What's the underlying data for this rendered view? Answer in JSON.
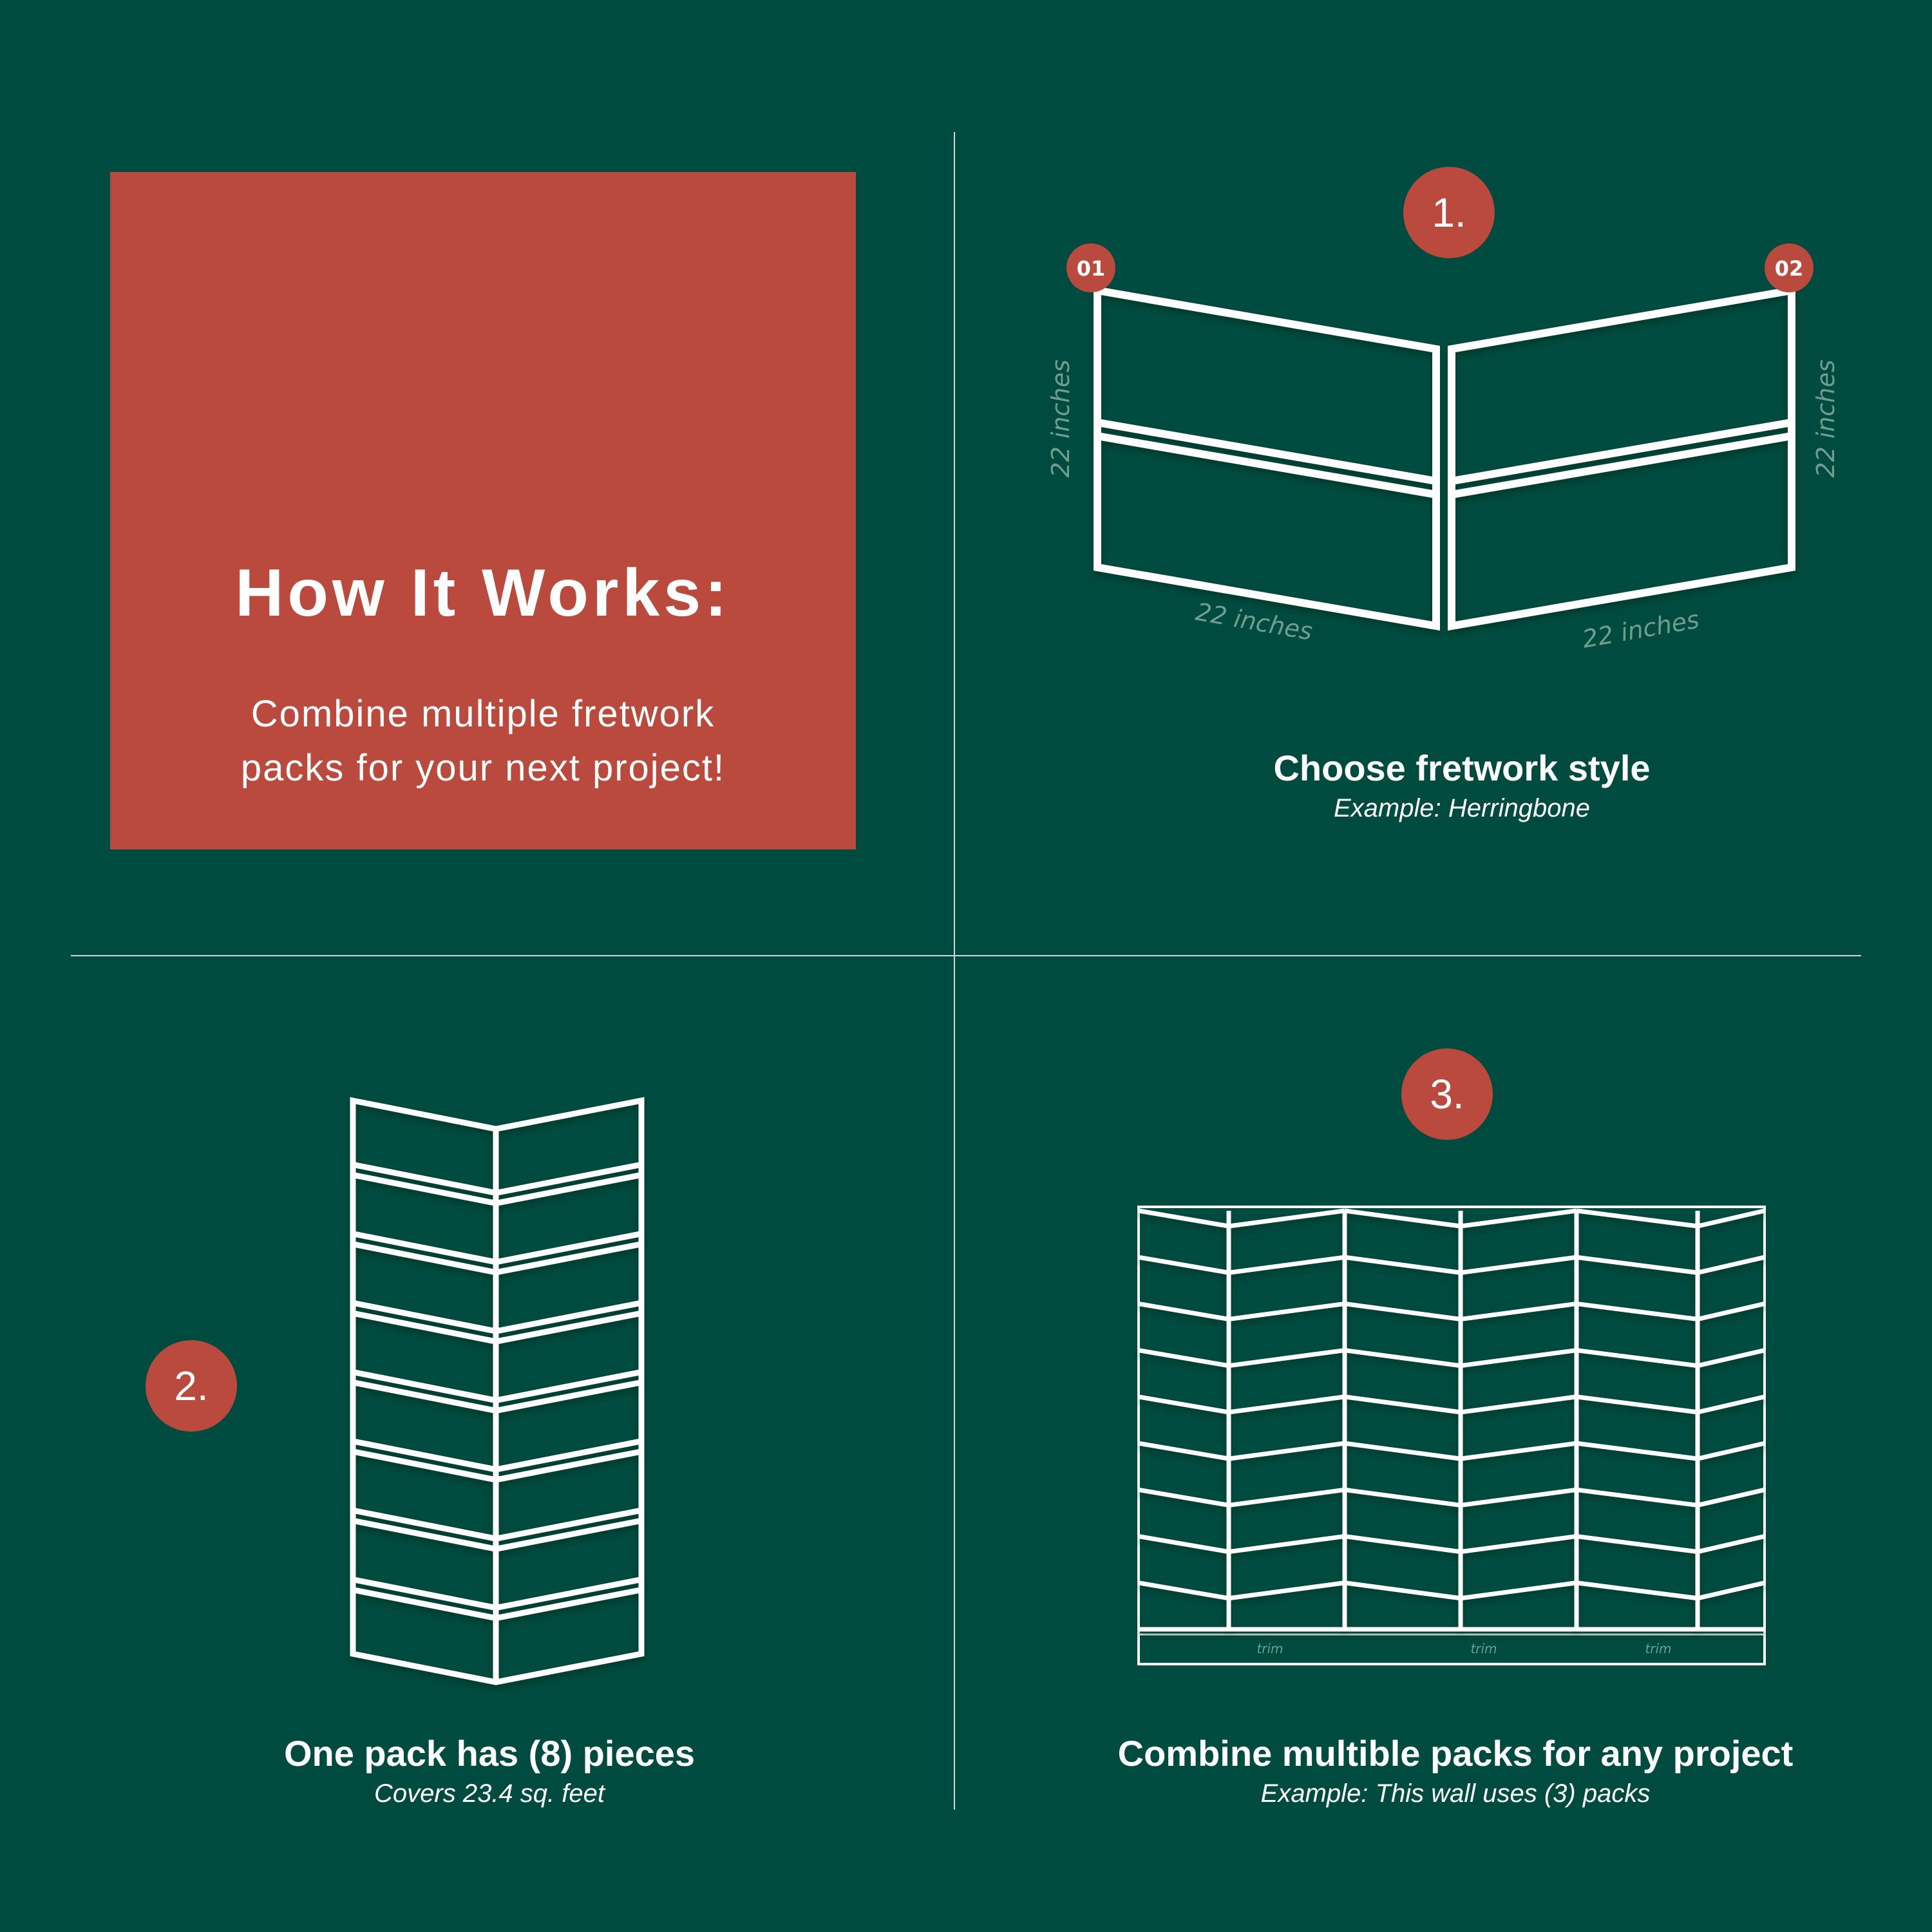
{
  "intro": {
    "title": "How It Works:",
    "body_line1": "Combine multiple fretwork",
    "body_line2": "packs for your next project!"
  },
  "step1": {
    "badge": "1.",
    "marker_left": "01",
    "marker_right": "02",
    "dim_left_height": "22 inches",
    "dim_right_height": "22 inches",
    "dim_left_width": "22 inches",
    "dim_right_width": "22 inches",
    "title": "Choose fretwork style",
    "subtitle": "Example: Herringbone"
  },
  "step2": {
    "badge": "2.",
    "title": "One pack has (8) pieces",
    "subtitle": "Covers 23.4 sq. feet"
  },
  "step3": {
    "badge": "3.",
    "trim_labels": [
      "trim",
      "trim",
      "trim"
    ],
    "title": "Combine multible packs for any project",
    "subtitle": "Example: This wall uses (3) packs"
  },
  "colors": {
    "background": "#004b40",
    "accent": "#b94a3d",
    "lines": "#ffffff",
    "dimension_text": "#6f9e8f"
  }
}
